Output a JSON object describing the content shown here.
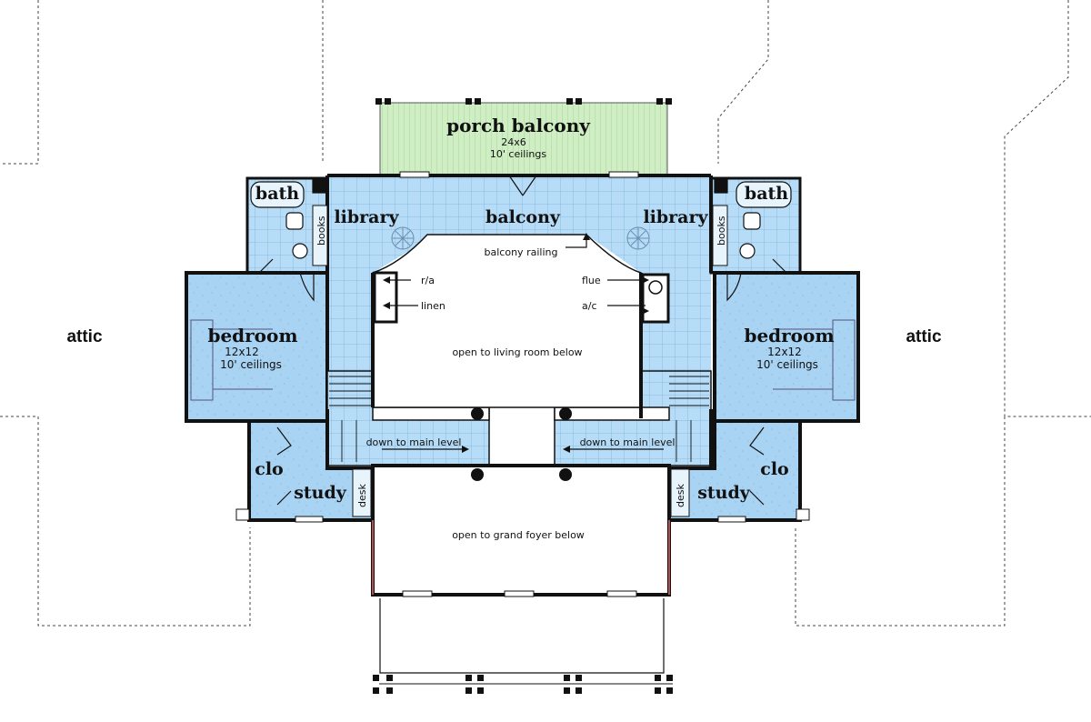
{
  "colors": {
    "room_fill": "#a9d3f3",
    "tile_fill": "#b6dcf7",
    "porch_fill": "#cfeec4",
    "wall": "#111111",
    "background": "#ffffff",
    "roof_trim": "#b05050"
  },
  "rooms": {
    "porch_balcony": {
      "name": "porch balcony",
      "size": "24x6",
      "ceiling": "10' ceilings"
    },
    "balcony": {
      "name": "balcony"
    },
    "library_left": {
      "name": "library"
    },
    "library_right": {
      "name": "library"
    },
    "bath_left": {
      "name": "bath"
    },
    "bath_right": {
      "name": "bath"
    },
    "bedroom_left": {
      "name": "bedroom",
      "size": "12x12",
      "ceiling": "10' ceilings"
    },
    "bedroom_right": {
      "name": "bedroom",
      "size": "12x12",
      "ceiling": "10' ceilings"
    },
    "clo_left": {
      "name": "clo"
    },
    "clo_right": {
      "name": "clo"
    },
    "study_left": {
      "name": "study"
    },
    "study_right": {
      "name": "study"
    },
    "attic_left": {
      "name": "attic"
    },
    "attic_right": {
      "name": "attic"
    }
  },
  "labels": {
    "books_left": "books",
    "books_right": "books",
    "desk_left": "desk",
    "desk_right": "desk",
    "balcony_railing": "balcony railing",
    "r_a": "r/a",
    "linen": "linen",
    "flue": "flue",
    "a_c": "a/c",
    "open_living": "open to living room below",
    "open_foyer": "open to grand foyer below",
    "stairs_left": "down to main level",
    "stairs_right": "down to main level"
  }
}
